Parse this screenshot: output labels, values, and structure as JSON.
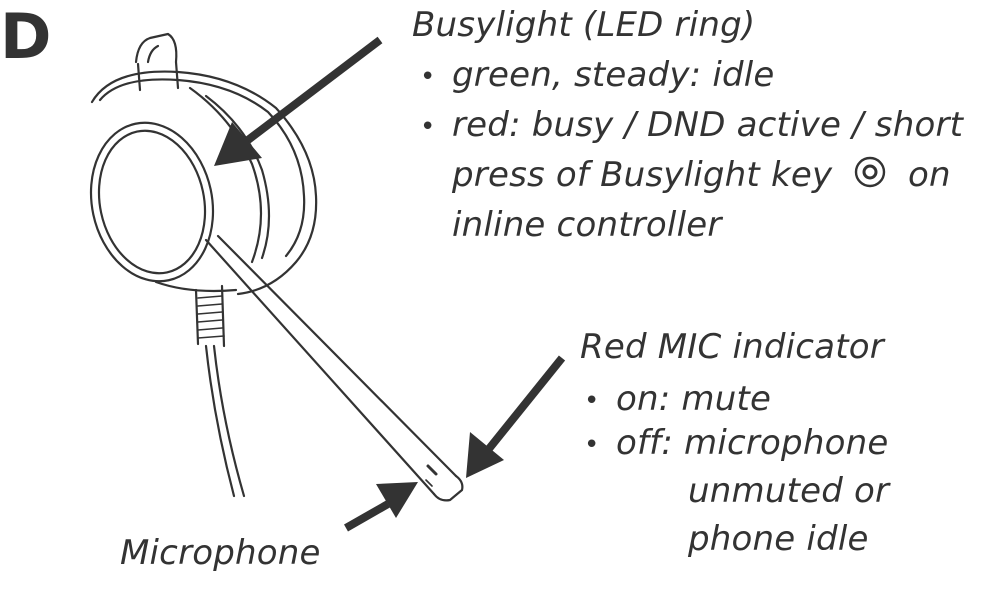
{
  "section_letter": "D",
  "busylight": {
    "title": "Busylight (LED ring)",
    "bullet1": "green, steady:  idle",
    "bullet2_line1": "red:  busy / DND active / short",
    "bullet2_line2a": "press of Busylight key",
    "bullet2_line2b": "on",
    "bullet2_line3": "inline controller"
  },
  "mic_indicator": {
    "title": "Red MIC indicator",
    "bullet1": "on:  mute",
    "bullet2_line1": "off:  microphone",
    "bullet2_line2": "unmuted or",
    "bullet2_line3": "phone idle"
  },
  "microphone_label": "Microphone",
  "bullet_glyph": "•",
  "icons": [
    "busylight-key-icon",
    "headset-illustration"
  ],
  "colors": {
    "ink": "#333333",
    "background": "#ffffff"
  }
}
